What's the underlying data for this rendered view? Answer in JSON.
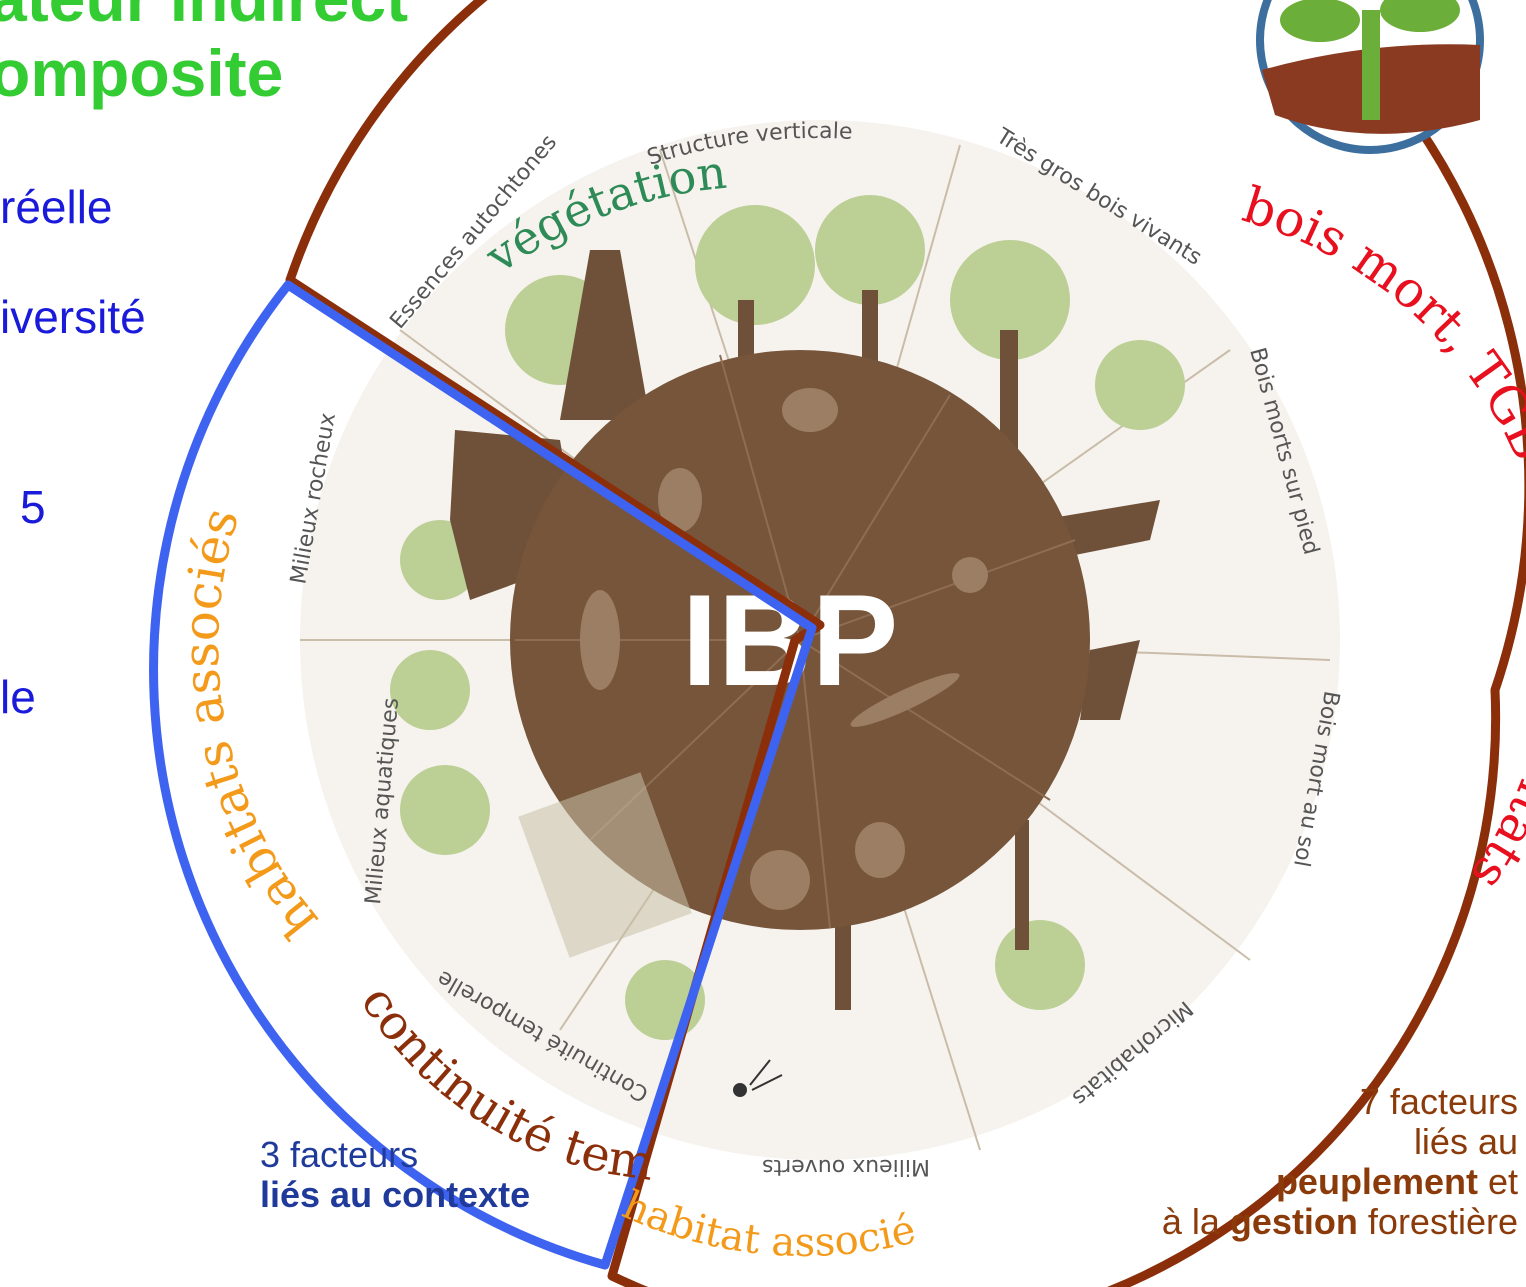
{
  "slide": {
    "title_line1": "ateur indirect",
    "title_line2": "omposite",
    "side_lines": [
      "réelle",
      "iversité",
      "5",
      "le"
    ]
  },
  "wheel": {
    "center_label": "IBP",
    "factor_labels": [
      "Structure verticale",
      "Très gros bois vivants",
      "Bois morts sur pied",
      "Bois mort au sol",
      "Microhabitats",
      "Milieux ouverts",
      "Continuité temporelle",
      "Milieux aquatiques",
      "Milieux rocheux",
      "Essences autochtones"
    ],
    "arc_labels": {
      "vegetation": "végétation",
      "dead_wood": "bois mort, TGB et microhabitats",
      "habitats_assoc": "habitats associés",
      "continuity": "continuité temporelle",
      "habitat_assoc_bottom": "habitat associé"
    },
    "colors": {
      "brown": "#8b2e0a",
      "blue": "#3e63f0",
      "green": "#2e8b57",
      "red": "#e8101e",
      "orange": "#f49a1a",
      "planet": "#76553a",
      "foliage": "#bccf95"
    }
  },
  "captions": {
    "context_line1": "3 facteurs",
    "context_line2": "liés au contexte",
    "stand_line1": "7 facteurs",
    "stand_line2": "liés au",
    "stand_bold1": "peuplement",
    "stand_after1": " et",
    "stand_before2": "à la ",
    "stand_bold2": "gestion",
    "stand_after2": " forestière"
  },
  "logo": {
    "icon": "tree-sprout-logo-icon"
  }
}
